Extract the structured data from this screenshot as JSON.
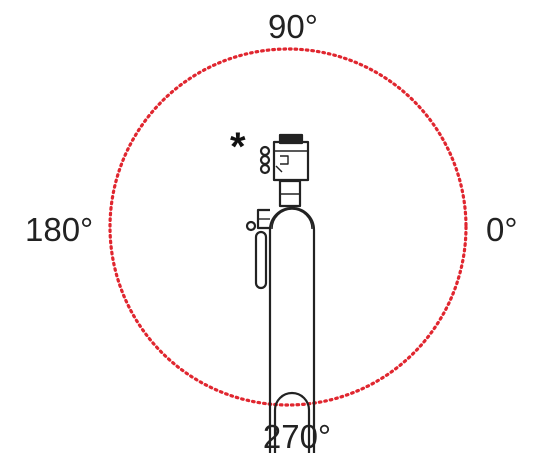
{
  "labels": {
    "angle_90": "90°",
    "angle_180": "180°",
    "angle_0": "0°",
    "angle_270": "270°",
    "marker": "*"
  },
  "colors": {
    "circle": "#e0262f",
    "line": "#222222"
  }
}
